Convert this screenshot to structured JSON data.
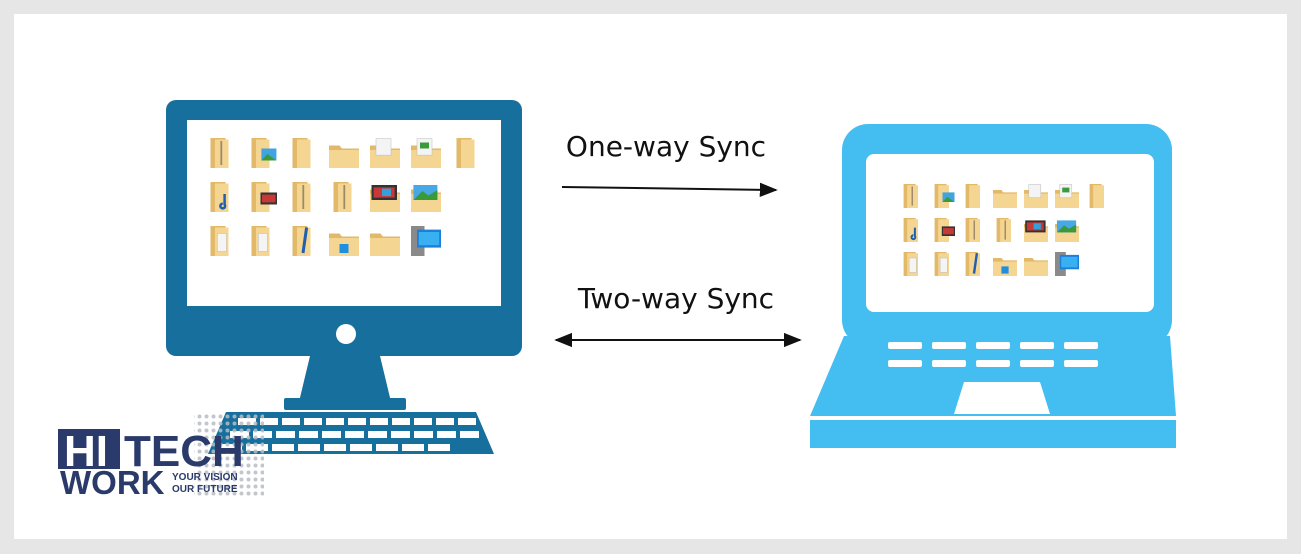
{
  "diagram": {
    "one_way_label": "One-way Sync",
    "two_way_label": "Two-way Sync"
  },
  "logo": {
    "part1": "HI",
    "part2": "TECH",
    "line2": "WORK",
    "tagline1": "YOUR VISION",
    "tagline2": "OUR FUTURE"
  },
  "colors": {
    "desktop": "#166f9c",
    "laptop": "#44bdf1",
    "folder": "#f5d592",
    "arrow": "#111111",
    "logo": "#2a3a6b"
  }
}
